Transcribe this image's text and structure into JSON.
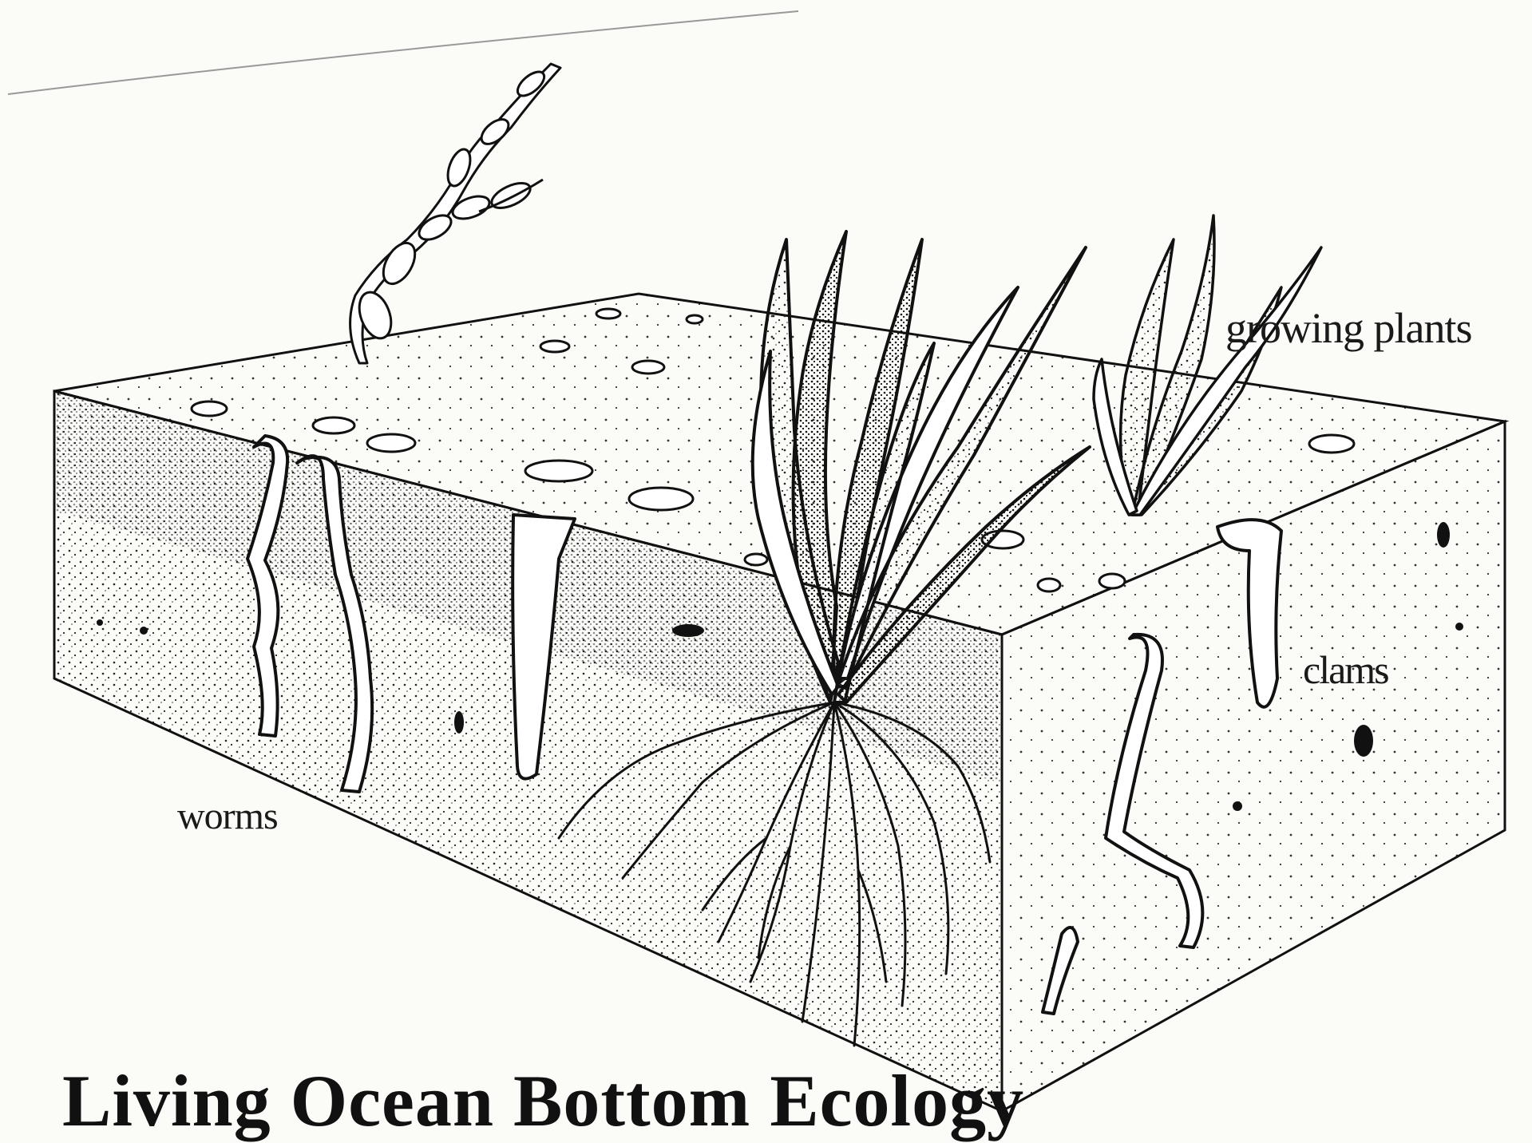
{
  "title": "Living Ocean Bottom Ecology",
  "labels": {
    "growing_plants": "growing plants",
    "clams": "clams",
    "worms": "worms"
  },
  "colors": {
    "ink": "#111111",
    "paper": "#fbfbf8"
  }
}
